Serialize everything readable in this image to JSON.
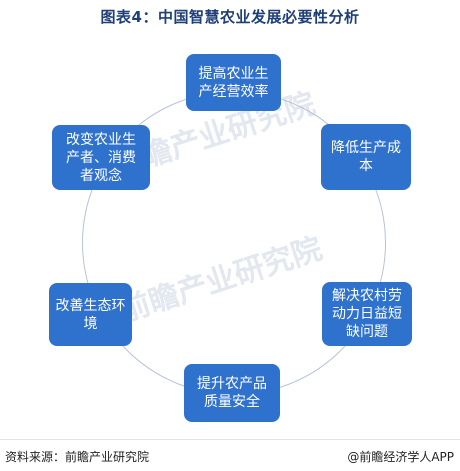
{
  "title": "图表4：中国智慧农业发展必要性分析",
  "watermark": "前瞻产业研究院",
  "nodes": {
    "top": [
      "提高农业生",
      "产经营效率"
    ],
    "right": [
      "降低生产成",
      "本"
    ],
    "right_lower": [
      "解决农村劳",
      "动力日益短",
      "缺问题"
    ],
    "bottom": [
      "提升农产品",
      "质量安全"
    ],
    "left": [
      "改善生态环",
      "境"
    ],
    "left_upper": [
      "改变农业生",
      "产者、消费",
      "者观念"
    ]
  },
  "footer": {
    "source": "资料来源：前瞻产业研究院",
    "credit": "@前瞻经济学人APP"
  },
  "colors": {
    "node_fill": "#2f72ce",
    "ring": "#b7c3d8",
    "title": "#1f3f78"
  }
}
